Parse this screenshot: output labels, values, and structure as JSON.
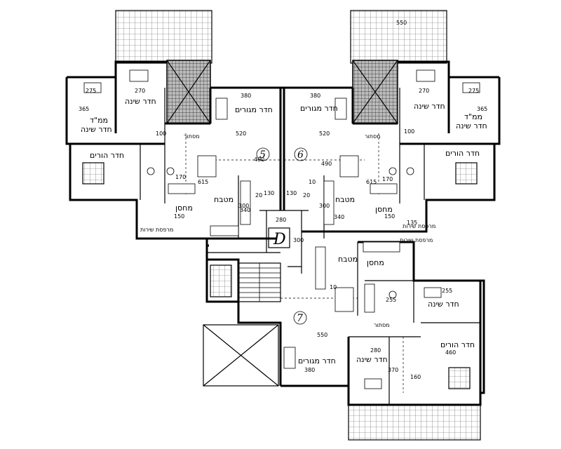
{
  "labels": {
    "living": "חדר מגורים",
    "bedroom": "חדר שינה",
    "parents": "חדר הורים",
    "mamad": "ממ\"ד",
    "kitchen": "מטבח",
    "storage": "מחסן",
    "service": "מרפסת שירות",
    "storage_small": "מסתור"
  },
  "apartments": {
    "a5": "5",
    "a6": "6",
    "a7": "7",
    "core": "D"
  },
  "dims": {
    "d380": "380",
    "d520": "520",
    "d490": "490",
    "d275": "275",
    "d270": "270",
    "d365": "365",
    "d100": "100",
    "d340": "340",
    "d300": "300",
    "d280": "280",
    "d130": "130",
    "d150": "150",
    "d170": "170",
    "d255": "255",
    "d460": "460",
    "d550": "550",
    "d550b": "550",
    "d615": "615",
    "d10": "10",
    "d20": "20",
    "d135": "135",
    "d160": "160",
    "d370": "370"
  }
}
